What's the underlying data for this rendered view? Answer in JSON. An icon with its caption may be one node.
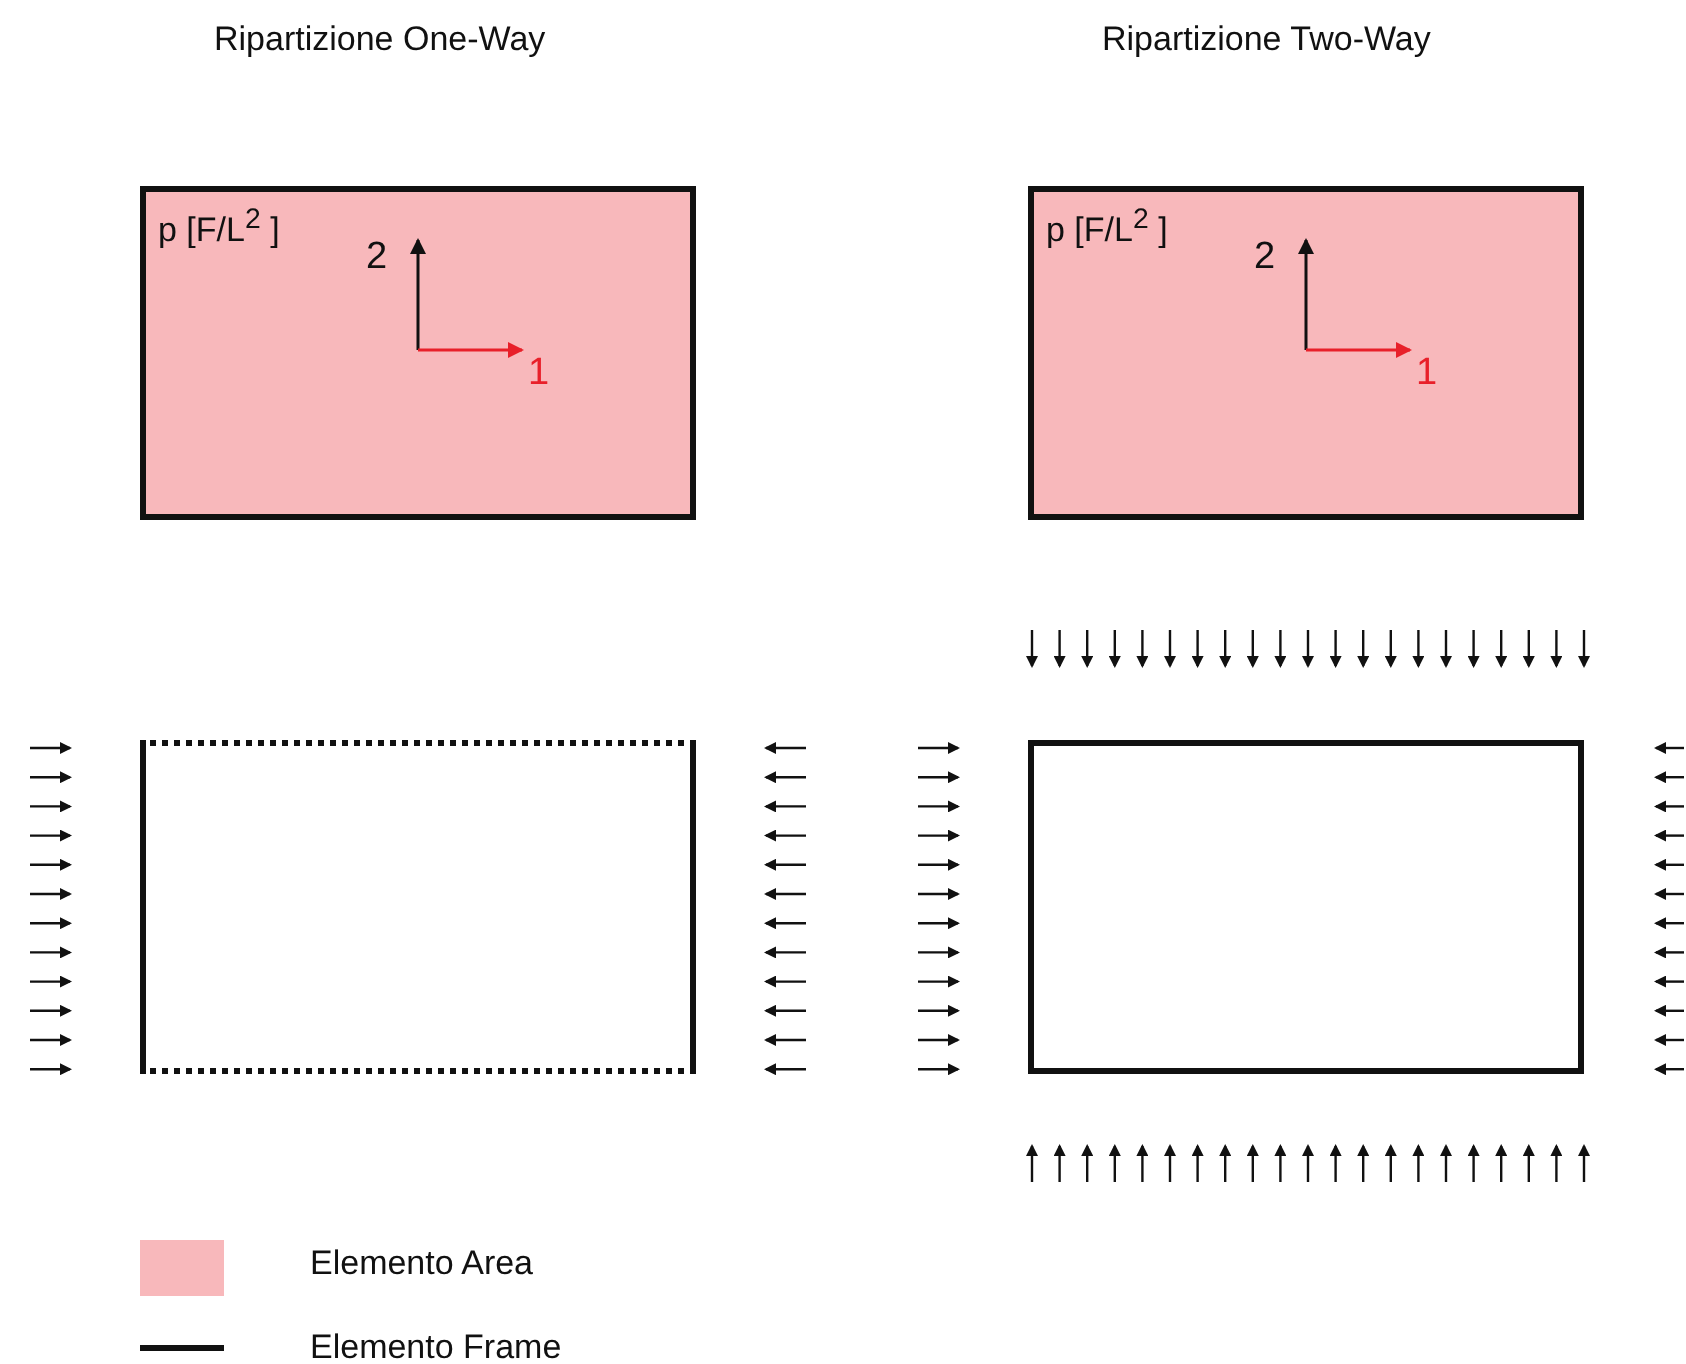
{
  "diagram": {
    "nodes": [
      {
        "text": [
          "p [F/L$^{2}$ ]"
        ]
      },
      {
        "text": [
          "p [F/L$^{2}$ ]"
        ]
      },
      {
        "text": [],
        "shape": "box"
      },
      {
        "text": [],
        "shape": "box"
      }
    ],
    "edges": [],
    "labels": [
      "Ripartizione One-Way",
      "Ripartizione Two-Way",
      "2",
      "1",
      "2",
      "1"
    ],
    "legend": [
      {
        "text": "Elemento Area",
        "color": "#f8b8bb"
      },
      {
        "text": "Elemento Frame"
      }
    ]
  }
}
